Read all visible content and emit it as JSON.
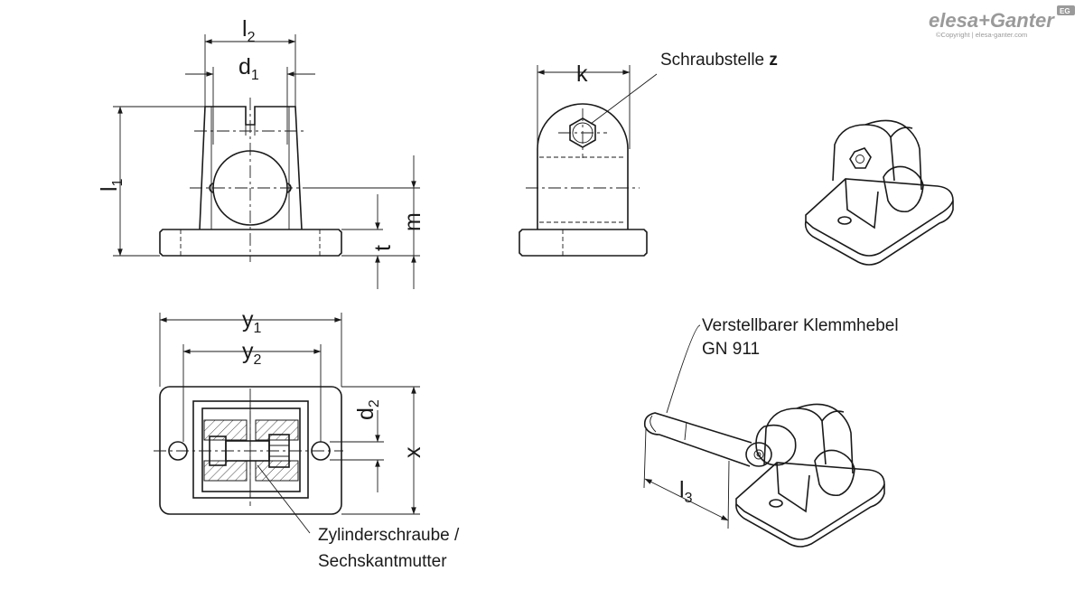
{
  "logo": {
    "brand": "elesa+Ganter",
    "badge": "EG",
    "copyright": "©Copyright | elesa-ganter.com"
  },
  "dimensions": {
    "l2": {
      "base": "l",
      "sub": "2"
    },
    "d1": {
      "base": "d",
      "sub": "1"
    },
    "l1": {
      "base": "l",
      "sub": "1"
    },
    "m": "m",
    "t": "t",
    "k": "k",
    "y1": {
      "base": "y",
      "sub": "1"
    },
    "y2": {
      "base": "y",
      "sub": "2"
    },
    "d2": {
      "base": "d",
      "sub": "2"
    },
    "x": "x",
    "l3": {
      "base": "l",
      "sub": "3"
    }
  },
  "annotations": {
    "screw_point_prefix": "Schraubstelle ",
    "screw_point_letter": "z",
    "clamp_lever_line1": "Verstellbarer Klemmhebel",
    "clamp_lever_line2": "GN 911",
    "screw_nut_line1": "Zylinderschraube /",
    "screw_nut_line2": "Sechskantmutter"
  }
}
